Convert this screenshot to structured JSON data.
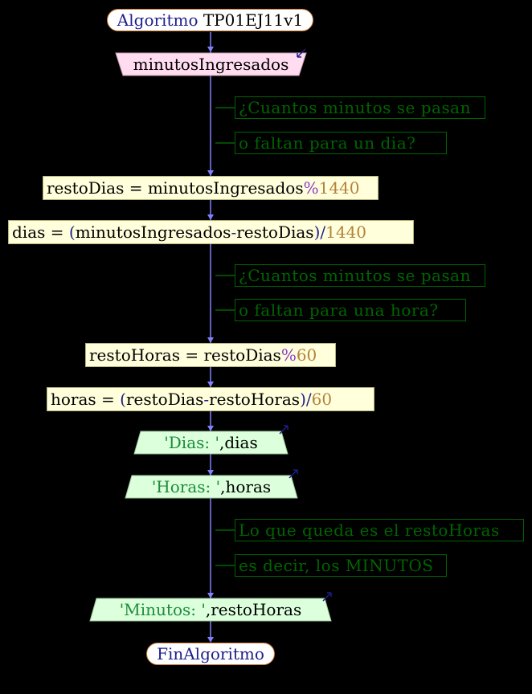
{
  "title_keyword": "Algoritmo",
  "title_name": "TP01EJ11v1",
  "read_var": "minutosIngresados",
  "comment1_line1": "¿Cuantos minutos se pasan",
  "comment1_line2": "o faltan para un dia?",
  "assign1": {
    "lhs": "restoDias",
    "eq": " = ",
    "a": "minutosIngresados",
    "op": "%",
    "n": "1440"
  },
  "assign2": {
    "lhs": "dias",
    "eq": " = ",
    "open": "(",
    "a": "minutosIngresados",
    "minus": "-",
    "b": "restoDias",
    "close": ")",
    "div": "/",
    "n": "1440"
  },
  "comment2_line1": "¿Cuantos minutos se pasan",
  "comment2_line2": "o faltan para una hora?",
  "assign3": {
    "lhs": "restoHoras",
    "eq": " = ",
    "a": "restoDias",
    "op": "%",
    "n": "60"
  },
  "assign4": {
    "lhs": "horas",
    "eq": " = ",
    "open": "(",
    "a": "restoDias",
    "minus": "-",
    "b": "restoHoras",
    "close": ")",
    "div": "/",
    "n": "60"
  },
  "write1": {
    "str": "'Dias: '",
    "comma": ",",
    "var": "dias"
  },
  "write2": {
    "str": "'Horas: '",
    "comma": ",",
    "var": "horas"
  },
  "comment3_line1": "Lo que queda es el restoHoras",
  "comment3_line2": "es decir, los MINUTOS",
  "write3": {
    "str": "'Minutos: '",
    "comma": ",",
    "var": "restoHoras"
  },
  "end_keyword": "FinAlgoritmo",
  "colors": {
    "background": "#000000",
    "flow_line": "#8080ff",
    "assign_fill": "#ffffdc",
    "read_fill": "#ffdcf0",
    "write_fill": "#dcffdc",
    "comment": "#006400",
    "keyword": "#1e1e8c",
    "number": "#b4823c",
    "string": "#1e8c3c"
  }
}
